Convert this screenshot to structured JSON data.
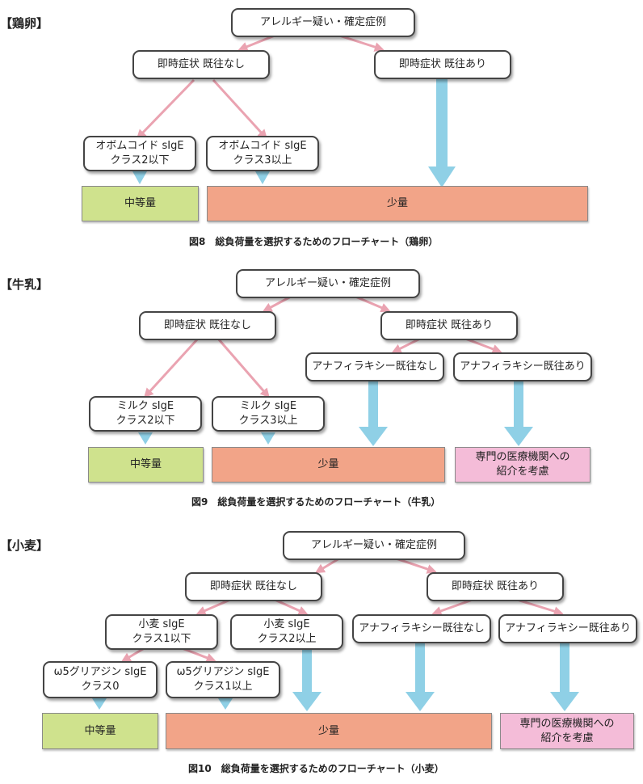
{
  "egg": {
    "label": "【鶏卵】",
    "root": "アレルギー疑い・確定症例",
    "no_history": "即時症状 既往なし",
    "history": "即時症状 既往あり",
    "sige_low": [
      "オボムコイド sIgE",
      "クラス2以下"
    ],
    "sige_high": [
      "オボムコイド sIgE",
      "クラス3以上"
    ],
    "medium": "中等量",
    "small": "少量",
    "caption": "図8　総負荷量を選択するためのフローチャート（鶏卵）"
  },
  "milk": {
    "label": "【牛乳】",
    "root": "アレルギー疑い・確定症例",
    "no_history": "即時症状 既往なし",
    "history": "即時症状 既往あり",
    "no_anaphylaxis": "アナフィラキシー既往なし",
    "anaphylaxis": "アナフィラキシー既往あり",
    "sige_low": [
      "ミルク sIgE",
      "クラス2以下"
    ],
    "sige_high": [
      "ミルク sIgE",
      "クラス3以上"
    ],
    "medium": "中等量",
    "small": "少量",
    "referral": [
      "専門の医療機関への",
      "紹介を考慮"
    ],
    "caption": "図9　総負荷量を選択するためのフローチャート（牛乳）"
  },
  "wheat": {
    "label": "【小麦】",
    "root": "アレルギー疑い・確定症例",
    "no_history": "即時症状 既往なし",
    "history": "即時症状 既往あり",
    "no_anaphylaxis": "アナフィラキシー既往なし",
    "anaphylaxis": "アナフィラキシー既往あり",
    "sige_low": [
      "小麦 sIgE",
      "クラス1以下"
    ],
    "sige_high": [
      "小麦 sIgE",
      "クラス2以上"
    ],
    "omega_low": [
      "ω5グリアジン sIgE",
      "クラス0"
    ],
    "omega_high": [
      "ω5グリアジン sIgE",
      "クラス1以上"
    ],
    "medium": "中等量",
    "small": "少量",
    "referral": [
      "専門の医療機関への",
      "紹介を考慮"
    ],
    "caption": "図10　総負荷量を選択するためのフローチャート（小麦）"
  },
  "colors": {
    "pink_arrow": "#eaa3b1",
    "blue_arrow": "#8fd0e6",
    "medium_fill": "#cfe28d",
    "small_fill": "#f2a488",
    "referral_fill": "#f4bcd8"
  }
}
